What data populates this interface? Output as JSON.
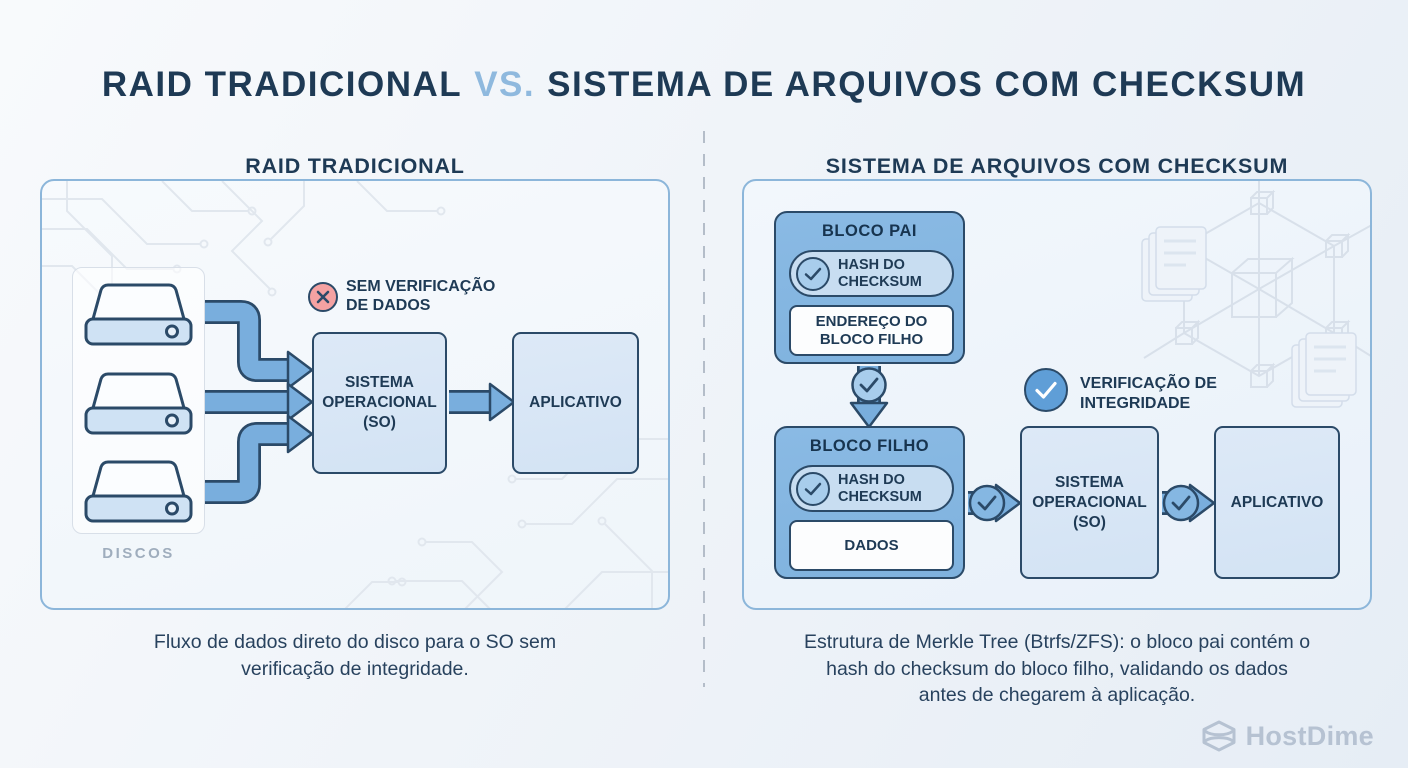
{
  "title": {
    "left": "RAID TRADICIONAL",
    "vs": "VS.",
    "right": "SISTEMA DE ARQUIVOS COM CHECKSUM"
  },
  "left_panel": {
    "heading": "RAID TRADICIONAL",
    "disks_label": "DISCOS",
    "warning_lines": [
      "SEM VERIFICAÇÃO",
      "DE DADOS"
    ],
    "os_box_label": "SISTEMA OPERACIONAL (SO)",
    "app_box_label": "APLICATIVO",
    "caption_lines": [
      "Fluxo de dados direto do disco para o SO sem",
      "verificação de integridade."
    ]
  },
  "right_panel": {
    "heading": "SISTEMA DE ARQUIVOS COM CHECKSUM",
    "parent_block": {
      "title": "BLOCO PAI",
      "hash_label": "HASH DO CHECKSUM",
      "address_lines": [
        "ENDEREÇO DO",
        "BLOCO FILHO"
      ]
    },
    "child_block": {
      "title": "BLOCO FILHO",
      "hash_label": "HASH DO CHECKSUM",
      "data_label": "DADOS"
    },
    "verification_lines": [
      "VERIFICAÇÃO DE",
      "INTEGRIDADE"
    ],
    "os_box_label": "SISTEMA OPERACIONAL (SO)",
    "app_box_label": "APLICATIVO",
    "caption_lines": [
      "Estrutura de Merkle Tree (Btrfs/ZFS): o bloco pai contém o",
      "hash do checksum do bloco filho, validando os dados",
      "antes de chegarem à aplicação."
    ]
  },
  "footer": {
    "brand": "HostDime"
  },
  "icons": {
    "error": "x-circle",
    "check": "check-circle",
    "disk": "hard-drive",
    "brand": "hexagon-disk"
  },
  "colors": {
    "navy_text": "#1e3a55",
    "outline_navy": "#2b4a68",
    "vs_blue": "#8fb9de",
    "panel_border": "#8cb6da",
    "arrow_blue": "#79aedd",
    "block_blue": "#83b6e1",
    "pill_blue": "#c8ddf1",
    "light_node_fill": "#d9e6f5",
    "error_red": "#f5a2a2",
    "brand_gray": "#b6c2d2"
  }
}
